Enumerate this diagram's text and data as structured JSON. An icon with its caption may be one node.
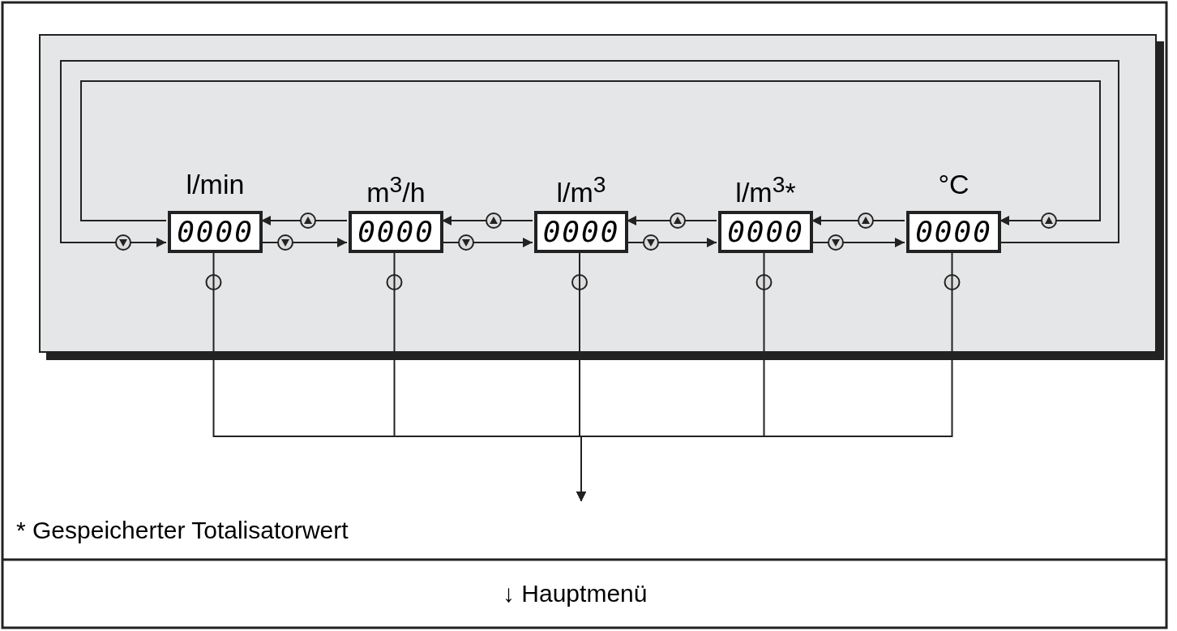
{
  "diagram": {
    "nodes": [
      {
        "text": [],
        "shape": "box"
      },
      {
        "text": [
          "l/min",
          "0000"
        ],
        "in": 0
      },
      {
        "text": [
          "m$^{3}$/h",
          "0000"
        ],
        "in": 0
      },
      {
        "text": [
          "l/m$^{3}$",
          "0000"
        ],
        "in": 0
      },
      {
        "text": [
          "l/m$^{3}$*",
          "0000"
        ],
        "in": 0
      },
      {
        "text": [
          "°C",
          "0000"
        ],
        "in": 0
      }
    ],
    "edges": [
      {
        "from": 2,
        "to": 1,
        "arrow": "to"
      },
      {
        "from": 3,
        "to": 2,
        "arrow": "to"
      },
      {
        "from": 4,
        "to": 3,
        "arrow": "to"
      },
      {
        "from": 5,
        "to": 4,
        "arrow": "to"
      },
      {
        "from": 1,
        "to": 5,
        "arrow": "to"
      },
      {
        "from": 1,
        "to": 2,
        "arrow": "to"
      },
      {
        "from": 2,
        "to": 3,
        "arrow": "to"
      },
      {
        "from": 3,
        "to": 4,
        "arrow": "to"
      },
      {
        "from": 4,
        "to": 5,
        "arrow": "to"
      },
      {
        "from": 5,
        "to": 1,
        "arrow": "to"
      },
      {
        "from": 1,
        "to": null,
        "arrow": "to"
      },
      {
        "from": 2,
        "to": null,
        "arrow": "to"
      },
      {
        "from": 3,
        "to": null,
        "arrow": "to"
      },
      {
        "from": 4,
        "to": null,
        "arrow": "to"
      },
      {
        "from": 5,
        "to": null,
        "arrow": "to"
      }
    ],
    "labels": [
      "* Gespeicherter Totalisatorwert",
      "↓ Hauptmenü"
    ]
  }
}
